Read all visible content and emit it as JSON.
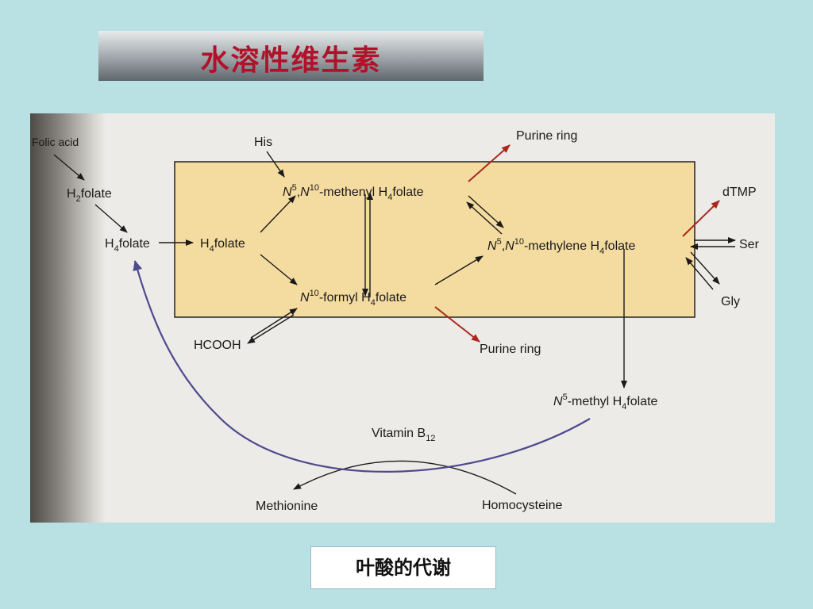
{
  "title": "水溶性维生素",
  "caption": "叶酸的代谢",
  "diagram": {
    "folic_acid": "Folic acid",
    "h2folate": {
      "main": "H",
      "sub": "2",
      "rest": "folate"
    },
    "h4folate_left": {
      "main": "H",
      "sub": "4",
      "rest": "folate"
    },
    "h4folate_mid": {
      "main": "H",
      "sub": "4",
      "rest": "folate"
    },
    "his": "His",
    "methenyl": {
      "n": "N",
      "s1": "5",
      "sep": ",",
      "n2": "N",
      "s2": "10",
      "rest": "-methenyl H",
      "s3": "4",
      "tail": "folate"
    },
    "formyl": {
      "n": "N",
      "s1": "10",
      "rest": "-formyl H",
      "s2": "4",
      "tail": "folate"
    },
    "methylene": {
      "n": "N",
      "s1": "5",
      "sep": ",",
      "n2": "N",
      "s2": "10",
      "rest": "-methylene H",
      "s3": "4",
      "tail": "folate"
    },
    "methyl": {
      "n": "N",
      "s1": "5",
      "rest": "-methyl H",
      "s2": "4",
      "tail": "folate"
    },
    "purine_top": "Purine ring",
    "purine_bottom": "Purine ring",
    "dtmp": "dTMP",
    "ser": "Ser",
    "gly": "Gly",
    "hcooh": "HCOOH",
    "vitamin_b12": {
      "main": "Vitamin B",
      "sub": "12"
    },
    "methionine": "Methionine",
    "homocysteine": "Homocysteine"
  },
  "colors": {
    "title": "#b0122a",
    "box_fill": "#f4dba0",
    "red_arrow": "#a8281e",
    "cycle_arrow": "#4d4a8e"
  }
}
